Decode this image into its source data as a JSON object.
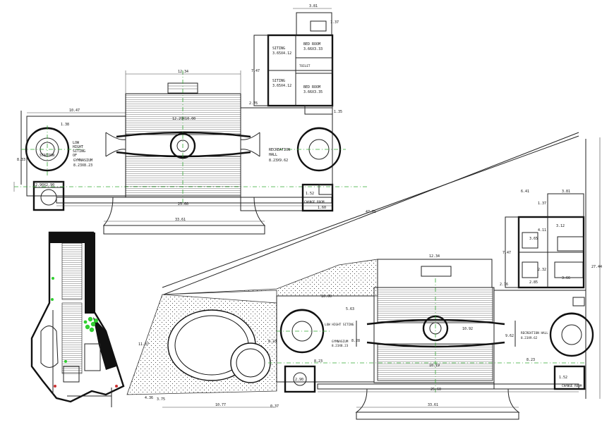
{
  "plan_top": {
    "dimensions": {
      "d_12_34": "12.34",
      "d_25_60": "25.60",
      "d_33_61": "33.61",
      "d_10_47": "10.47",
      "d_1_38": "1.38",
      "d_8_33": "8.33",
      "d_7_47": "7.47",
      "d_2_76": "2.76",
      "d_3_81": "3.81",
      "d_1_37": "1.37",
      "d_1_35": "1.35",
      "d_1_52": "1.52",
      "d_1_60": "1.60",
      "center_label": "12.29X10.00"
    },
    "rooms": {
      "low_sitting_line1": "LOW",
      "low_sitting_line2": "HIGHT",
      "low_sitting_line3": "SITING",
      "low_sitting_line4": "OF",
      "gymnasium": "GYMNASIUM",
      "gymnasium_dim": "8.23X8.23",
      "station": "STATION",
      "recreation_line1": "RECREATION",
      "recreation_line2": "HALL",
      "recreation_dim": "8.23X9.62",
      "siting_1": "SITING",
      "siting_1_dim": "3.65X4.12",
      "siting_2": "SITING",
      "siting_2_dim": "3.65X4.12",
      "bed_room_1": "BED ROOM",
      "bed_room_1_dim": "3.66X3.33",
      "bed_room_2": "BED ROOM",
      "bed_room_2_dim": "3.66X3.35",
      "toilet": "TOILET",
      "change_room": "CHANGE ROOM",
      "small_box": "2.90X2.90"
    }
  },
  "plan_bottom": {
    "dimensions": {
      "d_47_65": "47.65",
      "d_27_44": "27.44",
      "d_12_34": "12.34",
      "d_25_60": "25.60",
      "d_33_61": "33.61",
      "d_10_77": "10.77",
      "d_11_37": "11.37",
      "d_4_36": "4.36",
      "d_3_75": "3.75",
      "d_0_37": "0.37",
      "d_6_41": "6.41",
      "d_7_47": "7.47",
      "d_2_76": "2.76",
      "d_8_23a": "8.23",
      "d_8_23b": "8.23",
      "d_8_23c": "8.23",
      "d_5_63": "5.63",
      "d_3_81": "3.81",
      "d_1_37": "1.37",
      "d_1_52": "1.52",
      "d_4_11": "4.11",
      "d_3_65": "3.65",
      "d_3_66": "3.66",
      "d_3_12": "3.12",
      "d_2_85": "2.85",
      "d_2_32": "2.32",
      "d_10_92": "10.92",
      "d_9_62": "9.62",
      "d_10_19": "10.19",
      "d_2_90": "2.90",
      "d_8_28": "8.28",
      "d_10_00": "10.00"
    },
    "rooms": {
      "low_sitting": "LOW HIGHT SITING",
      "gymnasium": "GYMNASIUM",
      "gymnasium_dim": "8.23X8.23",
      "recreation": "RECREATION HALL",
      "recreation_dim": "8.23X9.62",
      "change_room": "CHANGE ROOM"
    }
  }
}
